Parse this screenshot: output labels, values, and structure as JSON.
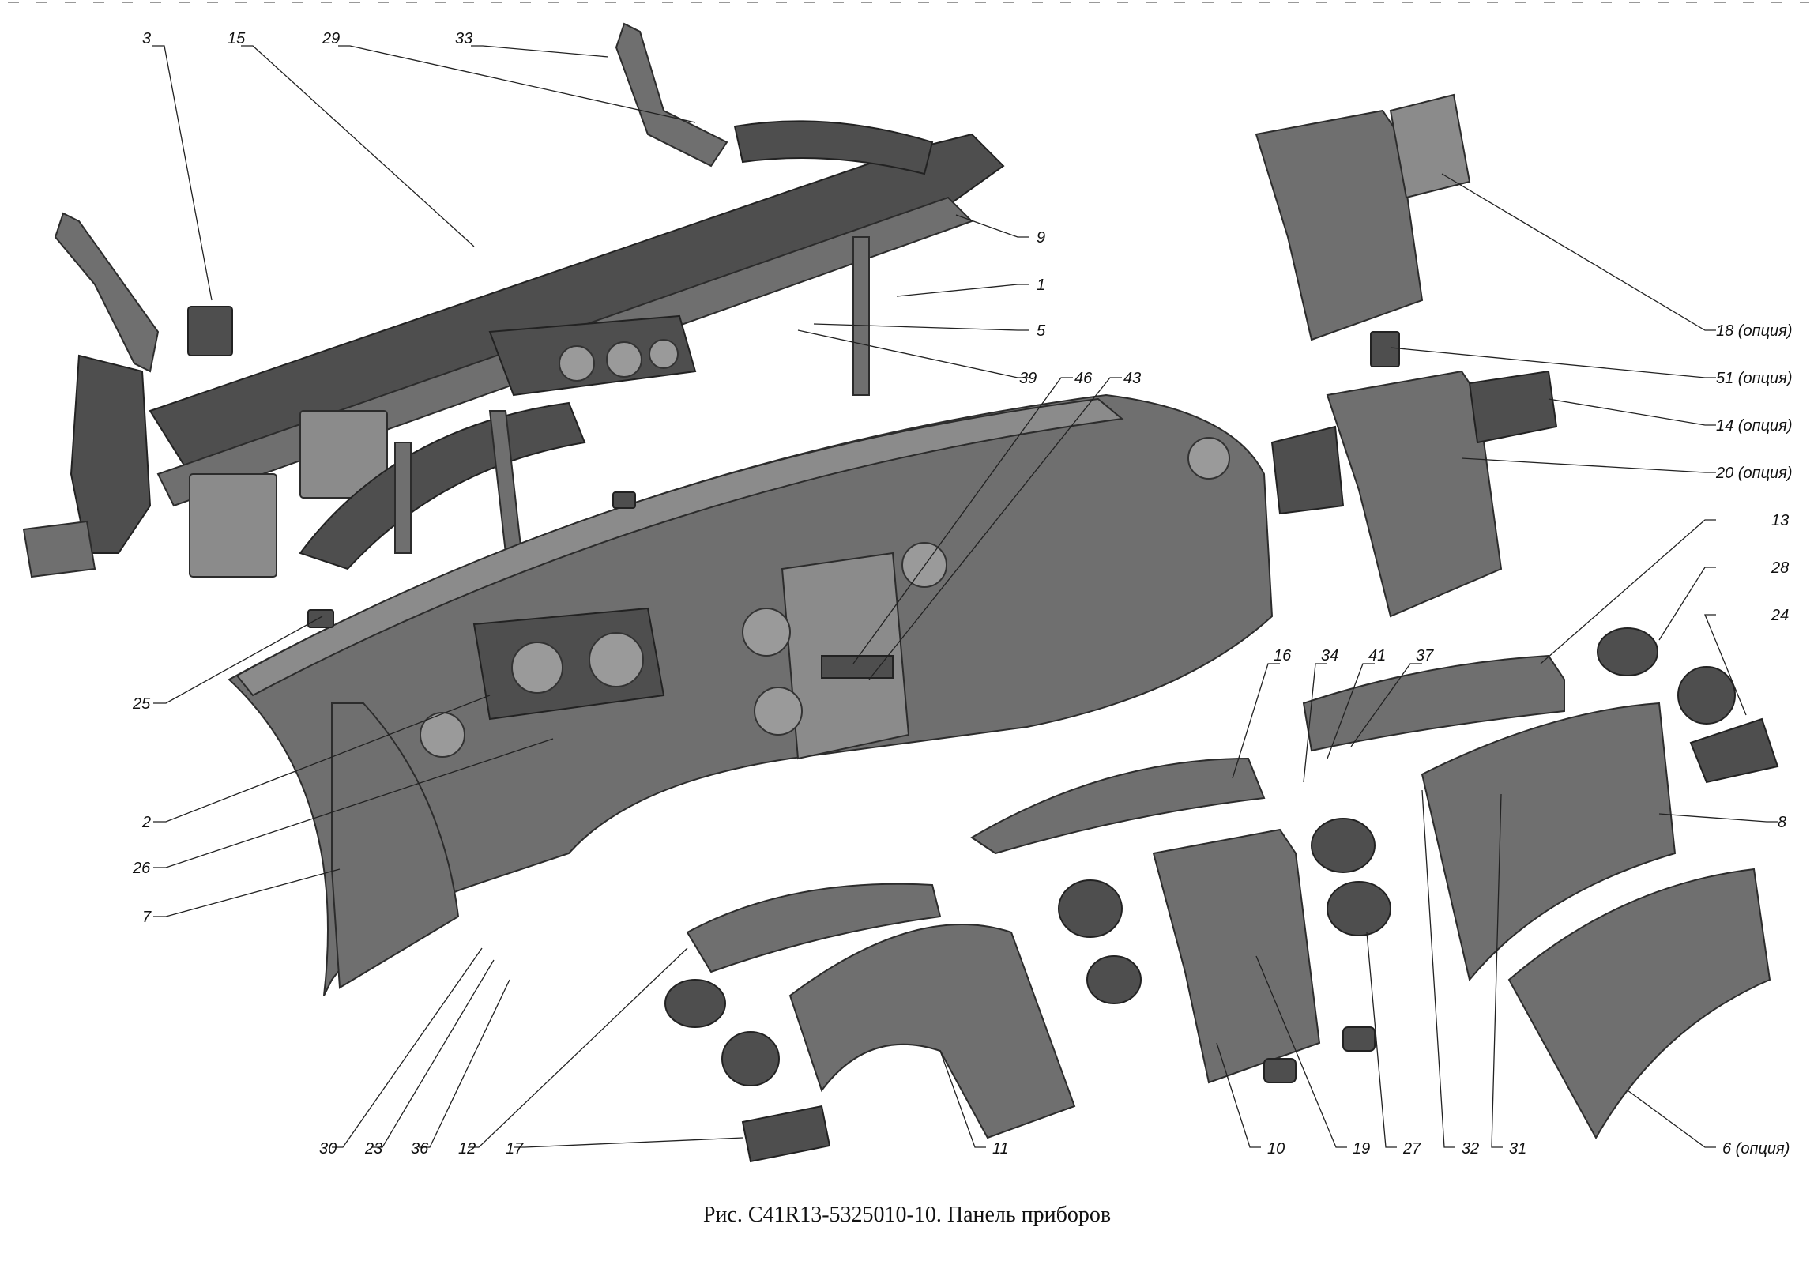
{
  "caption": "Рис. С41R13-5325010-10. Панель приборов",
  "callouts": [
    {
      "id": "c3",
      "text": "3"
    },
    {
      "id": "c15",
      "text": "15"
    },
    {
      "id": "c29",
      "text": "29"
    },
    {
      "id": "c33",
      "text": "33"
    },
    {
      "id": "c9",
      "text": "9"
    },
    {
      "id": "c1",
      "text": "1"
    },
    {
      "id": "c5",
      "text": "5"
    },
    {
      "id": "c39",
      "text": "39"
    },
    {
      "id": "c46",
      "text": "46"
    },
    {
      "id": "c43",
      "text": "43"
    },
    {
      "id": "c18",
      "text": "18 (опция)"
    },
    {
      "id": "c51",
      "text": "51 (опция)"
    },
    {
      "id": "c14",
      "text": "14 (опция)"
    },
    {
      "id": "c20",
      "text": "20 (опция)"
    },
    {
      "id": "c13",
      "text": "13"
    },
    {
      "id": "c28",
      "text": "28"
    },
    {
      "id": "c24",
      "text": "24"
    },
    {
      "id": "c16",
      "text": "16"
    },
    {
      "id": "c34",
      "text": "34"
    },
    {
      "id": "c41",
      "text": "41"
    },
    {
      "id": "c37",
      "text": "37"
    },
    {
      "id": "c8",
      "text": "8"
    },
    {
      "id": "c25",
      "text": "25"
    },
    {
      "id": "c2",
      "text": "2"
    },
    {
      "id": "c26",
      "text": "26"
    },
    {
      "id": "c7",
      "text": "7"
    },
    {
      "id": "c30",
      "text": "30"
    },
    {
      "id": "c23",
      "text": "23"
    },
    {
      "id": "c36",
      "text": "36"
    },
    {
      "id": "c12",
      "text": "12"
    },
    {
      "id": "c17",
      "text": "17"
    },
    {
      "id": "c11",
      "text": "11"
    },
    {
      "id": "c10",
      "text": "10"
    },
    {
      "id": "c19",
      "text": "19"
    },
    {
      "id": "c27",
      "text": "27"
    },
    {
      "id": "c32",
      "text": "32"
    },
    {
      "id": "c31",
      "text": "31"
    },
    {
      "id": "c6",
      "text": "6 (опция)"
    }
  ]
}
